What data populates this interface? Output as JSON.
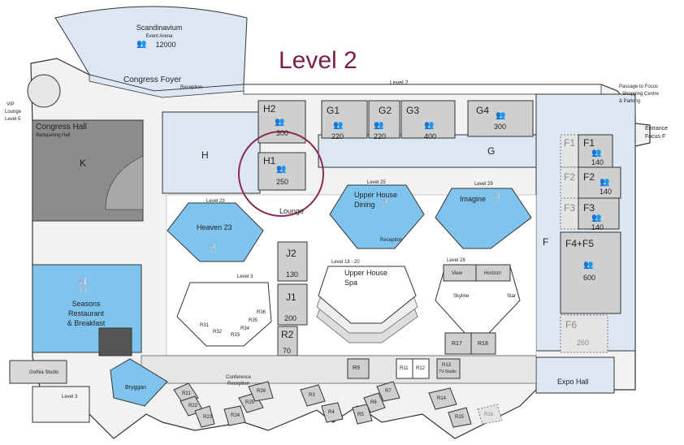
{
  "title": "Level 2",
  "colors": {
    "room_blue": "#bcd9f2",
    "highlight_blue": "#7ec4ee",
    "corridor": "#dde6f3",
    "grey_room": "#cfcfcf",
    "dark_grey": "#8c8c8c",
    "ring": "#8a2b55"
  },
  "arena": {
    "name": "Scandinavium",
    "sub": "Event Arena",
    "capacity": "12000"
  },
  "foyer": "Congress Foyer",
  "reception": "Reception",
  "vip": {
    "l1": "VIP",
    "l2": "Lounge",
    "l3": "Level 5"
  },
  "congress_hall": {
    "name": "Congress Hall",
    "sub": "Banqueting Hall",
    "code": "K"
  },
  "level2_label": "Level 2",
  "passage": {
    "l1": "Passage to Focus",
    "l2": "Shopping Centre",
    "l3": "& Parking"
  },
  "entrance": {
    "l1": "Entrance",
    "l2": "Focus F"
  },
  "rooms": {
    "H": "H",
    "H2": "H2",
    "H2_cap": "300",
    "H1": "H1",
    "H1_cap": "250",
    "lounge": "Lounge",
    "G1": "G1",
    "G1_cap": "220",
    "G2": "G2",
    "G2_cap": "220",
    "G3": "G3",
    "G3_cap": "400",
    "G4": "G4",
    "G4_cap": "300",
    "G": "G",
    "F": "F",
    "F1": "F1",
    "F1_main": "F1",
    "F1_cap": "140",
    "F2": "F2",
    "F2_main": "F2",
    "F2_cap": "140",
    "F3": "F3",
    "F3_main": "F3",
    "F3_cap": "140",
    "F4F5": "F4+F5",
    "F4F5_cap": "600",
    "F6": "F6",
    "F6_cap": "260",
    "expo": "Expo Hall",
    "J1": "J1",
    "J1_cap": "200",
    "J2": "J2",
    "J2_cap": "130",
    "R2": "R2",
    "R2_cap": "70",
    "R3": "R3",
    "R4": "R4",
    "R5": "R5",
    "R6": "R6",
    "R7": "R7",
    "R9": "R9",
    "R11": "R11",
    "R12": "R12",
    "R13": "R13",
    "R13_sub": "TV-Studio",
    "R14": "R14",
    "R15": "R15",
    "R16": "R16",
    "R17": "R17",
    "R18": "R18",
    "R21": "R21",
    "R22": "R22",
    "R23": "R23",
    "R24": "R24",
    "R25": "R25",
    "R26": "R26",
    "R31": "R31",
    "R32": "R32",
    "R33": "R33",
    "R34": "R34",
    "R35": "R35",
    "R36": "R36",
    "skyline": "Skyline",
    "star": "Star",
    "view": "View",
    "horizon": "Horizon"
  },
  "venues": {
    "heaven": {
      "level": "Level 23",
      "name": "Heaven 23"
    },
    "upper_dining": {
      "level": "Level 25",
      "l1": "Upper House",
      "l2": "Dining",
      "reception": "Reception"
    },
    "imagine": {
      "level": "Level 29",
      "name": "Imagine"
    },
    "spa": {
      "level": "Level 18 - 20",
      "l1": "Upper House",
      "l2": "Spa"
    },
    "level28": "Level 28",
    "level3": "Level 3",
    "seasons": {
      "l1": "Seasons",
      "l2": "Restaurant",
      "l3": "& Breakfast"
    },
    "bryggan": "Bryggan",
    "conference": {
      "l1": "Conference",
      "l2": "Reception"
    },
    "gothia": "Gothia Studio",
    "level3_left": "Level 3"
  },
  "icons": {
    "people": "👥",
    "dining": "🍴",
    "toilet": "🚻"
  }
}
